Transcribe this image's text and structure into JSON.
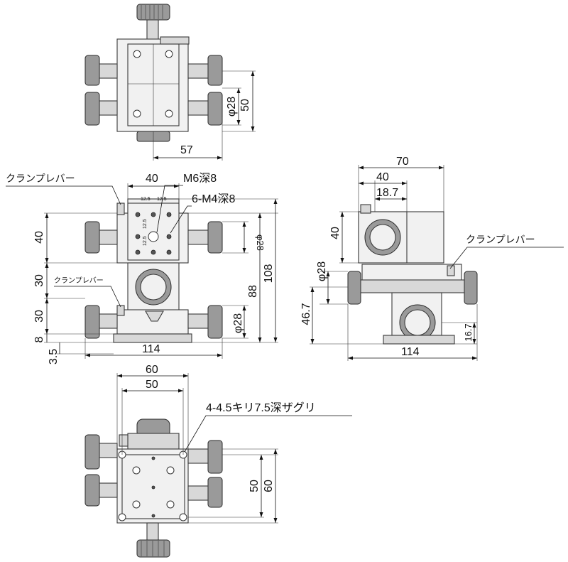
{
  "top_view": {
    "dims": {
      "width": "57",
      "height": "50",
      "dia": "φ28"
    }
  },
  "front_view": {
    "clamp_lever_top": "クランプレバー",
    "clamp_lever_mid": "クランプレバー",
    "width_40": "40",
    "m6": "M6深8",
    "m4": "6-M4深8",
    "pitch_a": "12.5",
    "pitch_b": "12.5",
    "pitch_c": "12.5",
    "pitch_d": "12.5",
    "dia_28_top": "φ28",
    "dia_28_bottom": "φ28",
    "h40": "40",
    "h30a": "30",
    "h30b": "30",
    "h8": "8",
    "h3_5": "3.5",
    "h88": "88",
    "h108": "108",
    "w114": "114"
  },
  "side_view": {
    "w70": "70",
    "w40": "40",
    "w18_7": "18.7",
    "h40": "40",
    "dia28": "φ28",
    "h46_7": "46.7",
    "h16_7": "16.7",
    "w114": "114",
    "clamp_lever": "クランプレバー"
  },
  "bottom_view": {
    "w60": "60",
    "w50": "50",
    "h50": "50",
    "h60": "60",
    "holes": "4-4.5キリ7.5深ザグリ"
  }
}
